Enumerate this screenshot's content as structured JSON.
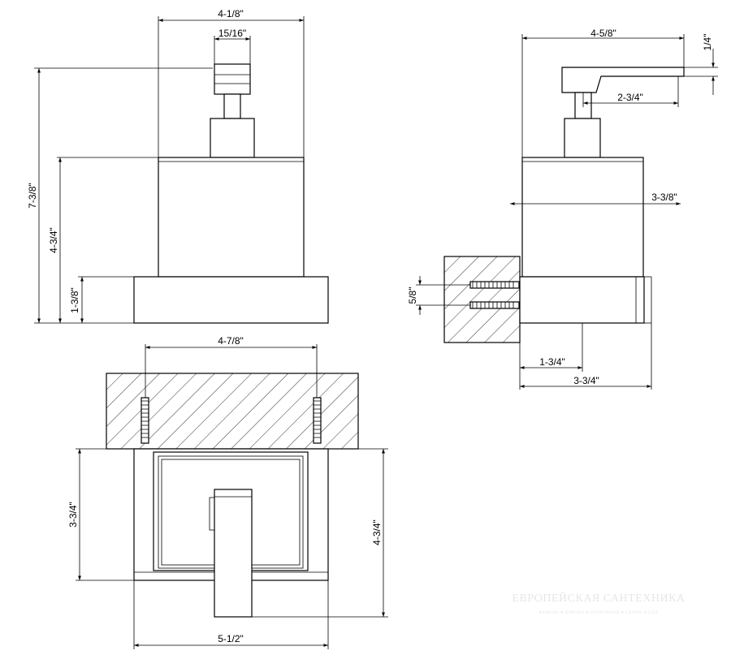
{
  "dimensions": {
    "front_width": "4-1/8\"",
    "front_nozzle_width": "15/16\"",
    "front_total_height": "7-3/8\"",
    "front_container_height": "4-3/4\"",
    "front_base_height": "1-3/8\"",
    "side_total_depth": "4-5/8\"",
    "side_spout_thickness": "1/4\"",
    "side_spout_reach": "2-3/4\"",
    "side_container_depth": "3-3/8\"",
    "side_anchor_spacing": "5/8\"",
    "side_base_offset": "1-3/4\"",
    "side_base_depth": "3-3/4\"",
    "top_anchor_spacing": "4-7/8\"",
    "top_depth_left": "3-3/4\"",
    "top_depth_right": "4-3/4\"",
    "top_width": "5-1/2\""
  },
  "watermark": {
    "title": "ЕВРОПЕЙСКАЯ САНТЕХНИКА",
    "subtitle": "КАМЕНЬ ● ПЛИТКА ● ОТОПЛЕНИЕ ● САУНЫ ● СПА"
  }
}
